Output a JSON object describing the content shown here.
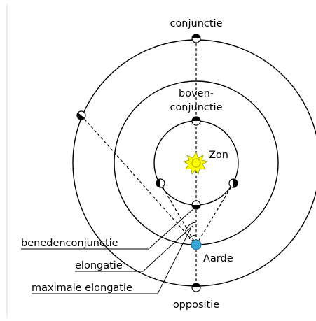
{
  "labels": {
    "conjunction": "conjunctie",
    "superior_conjunction_line1": "boven-",
    "superior_conjunction_line2": "conjunctie",
    "sun": "Zon",
    "earth": "Aarde",
    "inferior_conjunction": "benedenconjunctie",
    "elongation": "elongatie",
    "maximum_elongation": "maximale elongatie",
    "opposition": "oppositie"
  },
  "colors": {
    "line": "#000000",
    "sun_fill": "#ffff00",
    "earth_fill": "#3aa7d8",
    "background": "#ffffff",
    "border": "#dddddd"
  }
}
